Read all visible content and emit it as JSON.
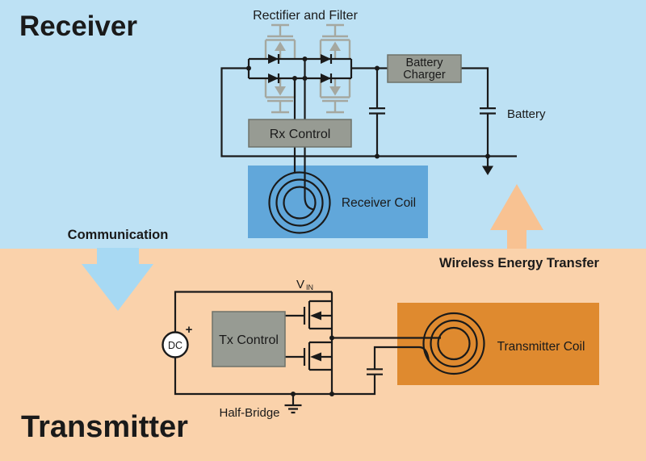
{
  "colors": {
    "receiver_bg": "#bde1f4",
    "transmitter_bg": "#fad2ab",
    "comm_arrow": "#a7d9f3",
    "comm_text": "#4fa5da",
    "wet_arrow": "#f8c292",
    "wet_text": "#e8860f",
    "rx_coil_box": "#61a7da",
    "tx_coil_box": "#df8a2f",
    "control_box": "#979b93",
    "mosfet_gray": "#a5a8a0",
    "wire": "#1a1a1a",
    "title_text": "#ffffff"
  },
  "receiver": {
    "title": "Receiver",
    "rectifier_label": "Rectifier and Filter",
    "battery_charger_line1": "Battery",
    "battery_charger_line2": "Charger",
    "battery_label": "Battery",
    "rx_control_label": "Rx Control",
    "coil_label": "Receiver Coil"
  },
  "transmitter": {
    "title": "Transmitter",
    "vin_label": "V",
    "vin_sub": "IN",
    "dc_label": "DC",
    "plus_label": "+",
    "tx_control_label": "Tx Control",
    "half_bridge_label": "Half-Bridge",
    "coil_label": "Transmitter Coil"
  },
  "links": {
    "communication_label": "Communication",
    "wireless_label": "Wireless Energy Transfer"
  }
}
